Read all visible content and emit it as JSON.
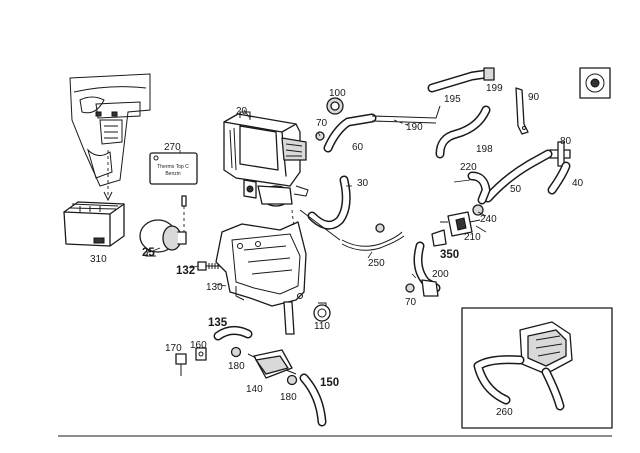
{
  "callouts": {
    "c20": "20",
    "c25": "25",
    "c30": "30",
    "c40": "40",
    "c50": "50",
    "c60": "60",
    "c70a": "70",
    "c70b": "70",
    "c80": "80",
    "c90": "90",
    "c100": "100",
    "c110": "110",
    "c130": "130",
    "c132": "132",
    "c135": "135",
    "c140": "140",
    "c150": "150",
    "c160": "160",
    "c170": "170",
    "c180a": "180",
    "c180b": "180",
    "c190": "190",
    "c195": "195",
    "c198": "198",
    "c199": "199",
    "c200": "200",
    "c210": "210",
    "c220": "220",
    "c240": "240",
    "c250": "250",
    "c260": "260",
    "c270": "270",
    "c310": "310",
    "c350": "350"
  },
  "label_tag": {
    "line1": "Thermo Top C",
    "line2": "Benzin"
  }
}
